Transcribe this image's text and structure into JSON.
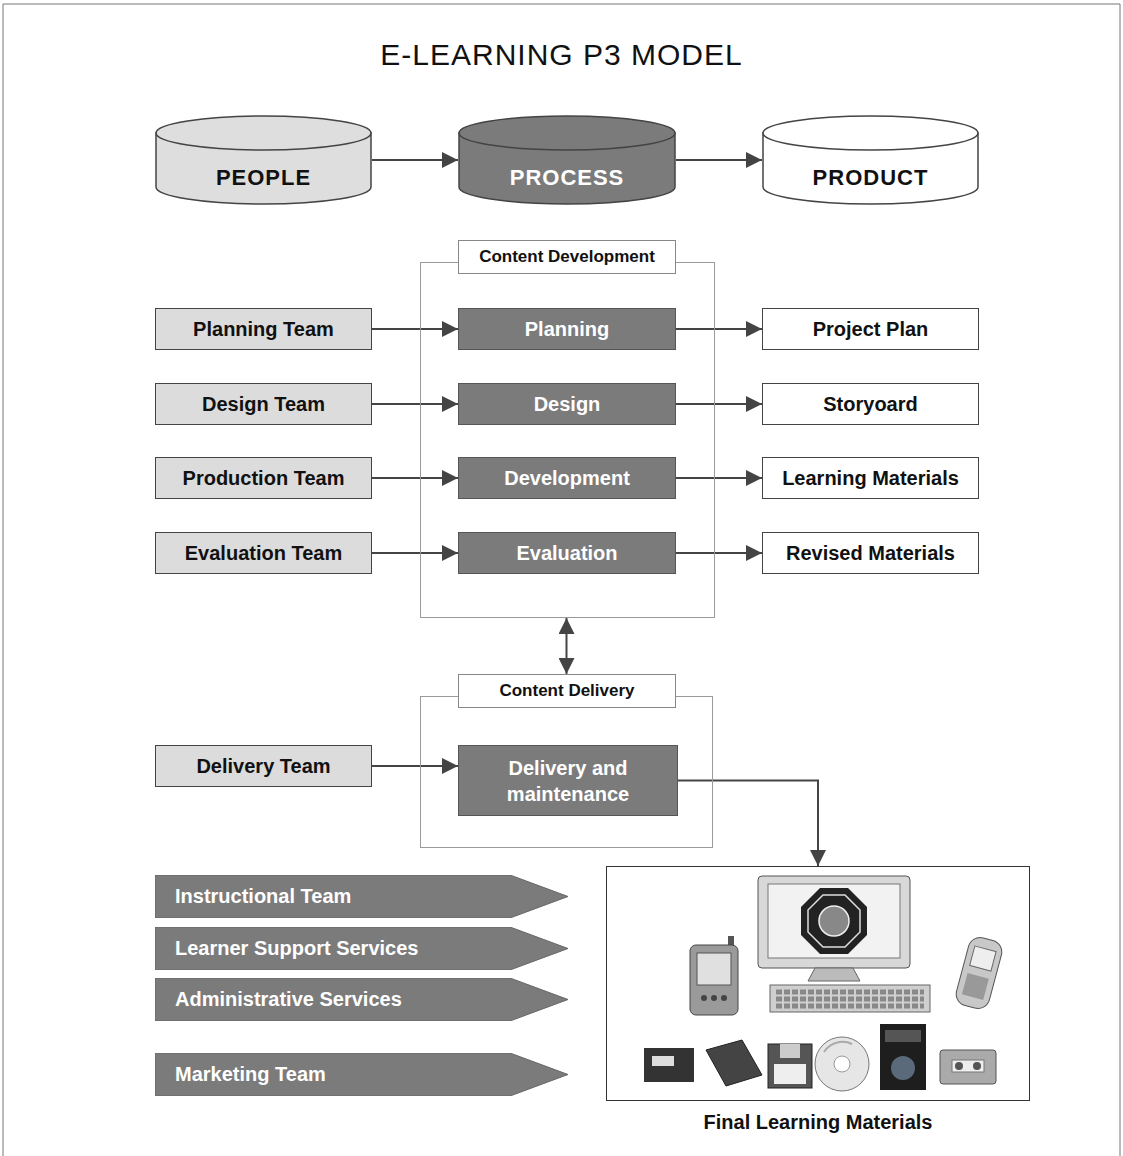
{
  "diagram": {
    "title": "E-LEARNING P3 MODEL",
    "nodes": [
      {
        "text": [
          "PEOPLE"
        ]
      },
      {
        "text": [
          "PROCESS"
        ]
      },
      {
        "text": [
          "PRODUCT"
        ]
      },
      {
        "text": [
          "Content Development"
        ]
      },
      {
        "text": [
          "Planning Team"
        ]
      },
      {
        "text": [
          "Planning"
        ],
        "in": 3
      },
      {
        "text": [
          "Project Plan"
        ]
      },
      {
        "text": [
          "Design Team"
        ]
      },
      {
        "text": [
          "Design"
        ],
        "in": 3
      },
      {
        "text": [
          "Storyoard"
        ]
      },
      {
        "text": [
          "Production Team"
        ]
      },
      {
        "text": [
          "Development"
        ],
        "in": 3
      },
      {
        "text": [
          "Learning Materials"
        ]
      },
      {
        "text": [
          "Evaluation Team"
        ]
      },
      {
        "text": [
          "Evaluation"
        ],
        "in": 3
      },
      {
        "text": [
          "Revised Materials"
        ]
      },
      {
        "text": [
          "Content Delivery"
        ]
      },
      {
        "text": [
          "Delivery Team"
        ]
      },
      {
        "text": [
          "Delivery and maintenance"
        ],
        "in": 16
      },
      {
        "text": [
          "Instructional Team"
        ]
      },
      {
        "text": [
          "Learner Support Services"
        ]
      },
      {
        "text": [
          "Administrative Services"
        ]
      },
      {
        "text": [
          "Marketing Team"
        ]
      },
      {
        "text": [
          "Final Learning Materials"
        ]
      }
    ],
    "edges": [
      {
        "from": 0,
        "to": 1,
        "arrow": "to"
      },
      {
        "from": 1,
        "to": 2,
        "arrow": "to"
      },
      {
        "from": 4,
        "to": 5,
        "arrow": "to"
      },
      {
        "from": 5,
        "to": 6,
        "arrow": "to"
      },
      {
        "from": 7,
        "to": 8,
        "arrow": "to"
      },
      {
        "from": 8,
        "to": 9,
        "arrow": "to"
      },
      {
        "from": 10,
        "to": 11,
        "arrow": "to"
      },
      {
        "from": 11,
        "to": 12,
        "arrow": "to"
      },
      {
        "from": 13,
        "to": 14,
        "arrow": "to"
      },
      {
        "from": 14,
        "to": 15,
        "arrow": "to"
      },
      {
        "from": 3,
        "to": 16,
        "arrow": "both"
      },
      {
        "from": 17,
        "to": 18,
        "arrow": "to"
      },
      {
        "from": 18,
        "to": 23,
        "arrow": "to"
      }
    ]
  }
}
